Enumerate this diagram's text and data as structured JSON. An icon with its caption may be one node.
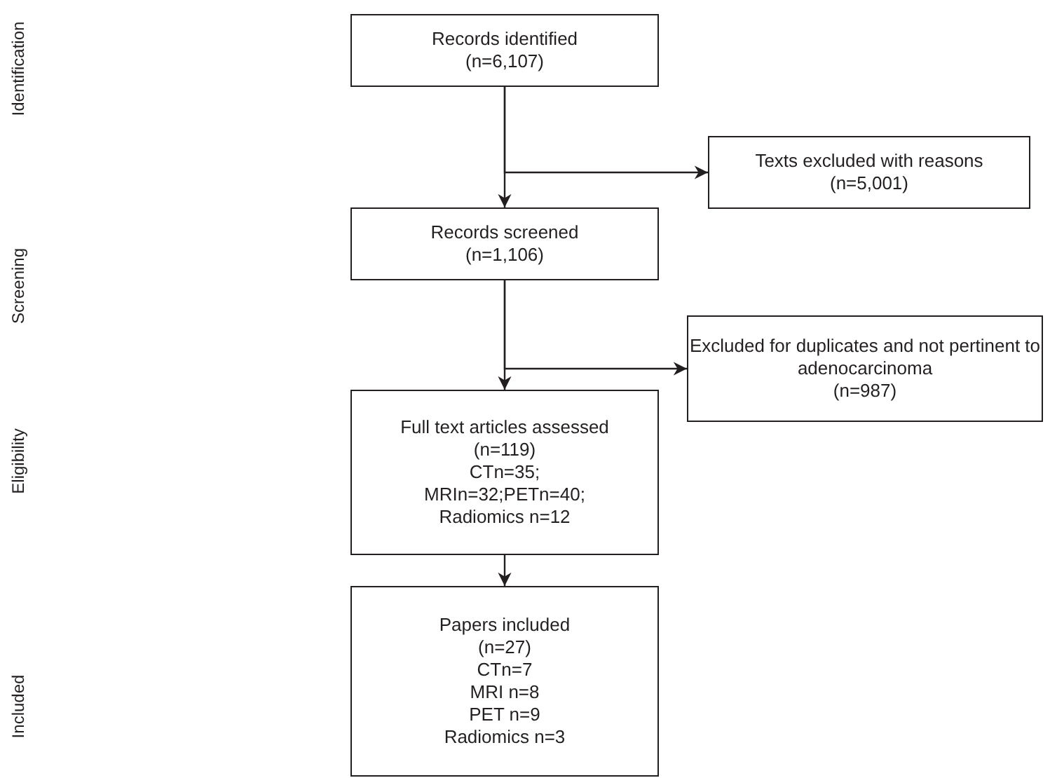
{
  "diagram": {
    "nodes": [
      {
        "text": [
          "Records identified",
          "(n=6,107)"
        ]
      },
      {
        "text": [
          "Texts excluded with reasons",
          "(n=5,001)"
        ]
      },
      {
        "text": [
          "Records screened",
          "(n=1,106)"
        ]
      },
      {
        "text": [
          "Excluded for duplicates and not pertinent to adenocarcinoma",
          "(n=987)"
        ]
      },
      {
        "text": [
          "Full text articles assessed",
          "(n=119)",
          "CTn=35;",
          "MRIn=32;PETn=40;",
          "Radiomics n=12"
        ]
      },
      {
        "text": [
          "Papers included",
          "(n=27)",
          "CTn=7",
          "MRI n=8",
          "PET n=9",
          "Radiomics n=3"
        ]
      }
    ],
    "edges": [
      {
        "from": 0,
        "to": 1,
        "arrow": "to"
      },
      {
        "from": 0,
        "to": 2,
        "arrow": "to"
      },
      {
        "from": 2,
        "to": 3,
        "arrow": "to"
      },
      {
        "from": 2,
        "to": 4,
        "arrow": "to"
      },
      {
        "from": 4,
        "to": 5,
        "arrow": "to"
      }
    ],
    "labels": [
      "Identification",
      "Screening",
      "Eligibility",
      "Included"
    ]
  }
}
